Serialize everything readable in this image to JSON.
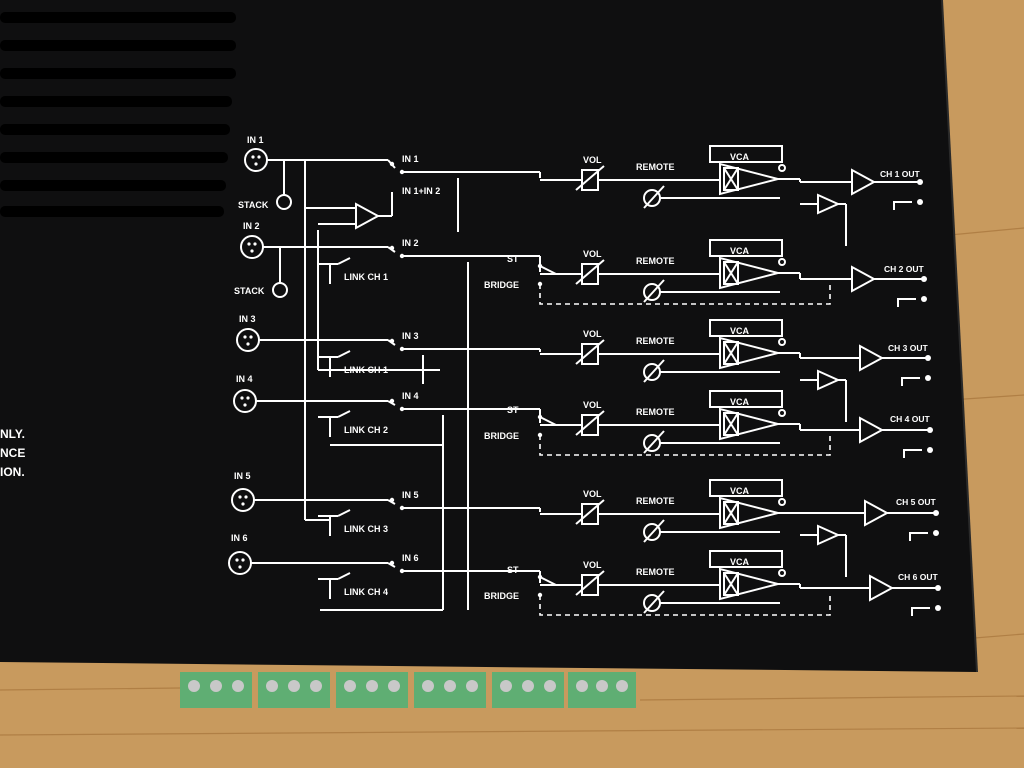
{
  "colors": {
    "panel": "#0f0f10",
    "ink": "#ffffff",
    "wood": "#c89a5e",
    "terminal": "#5fae73"
  },
  "inputs": [
    {
      "label": "IN 1",
      "switch": "IN 1",
      "alt": "IN 1+IN 2"
    },
    {
      "label": "IN 2",
      "switch": "IN 2",
      "alt": "LINK CH 1"
    },
    {
      "label": "IN 3",
      "switch": "IN 3",
      "alt": "LINK CH 1"
    },
    {
      "label": "IN 4",
      "switch": "IN 4",
      "alt": "LINK CH 2"
    },
    {
      "label": "IN 5",
      "switch": "IN 5",
      "alt": "LINK CH 3"
    },
    {
      "label": "IN 6",
      "switch": "IN 6",
      "alt": "LINK CH 4"
    }
  ],
  "stack_label": "STACK",
  "st_label": "ST",
  "bridge_label": "BRIDGE",
  "vol_label": "VOL",
  "remote_label": "REMOTE",
  "vca_label": "VCA",
  "outputs": [
    "CH 1 OUT",
    "CH 2 OUT",
    "CH 3 OUT",
    "CH 4 OUT",
    "CH 5 OUT",
    "CH 6 OUT"
  ],
  "side_text": [
    "NLY.",
    "NCE",
    "ION."
  ]
}
